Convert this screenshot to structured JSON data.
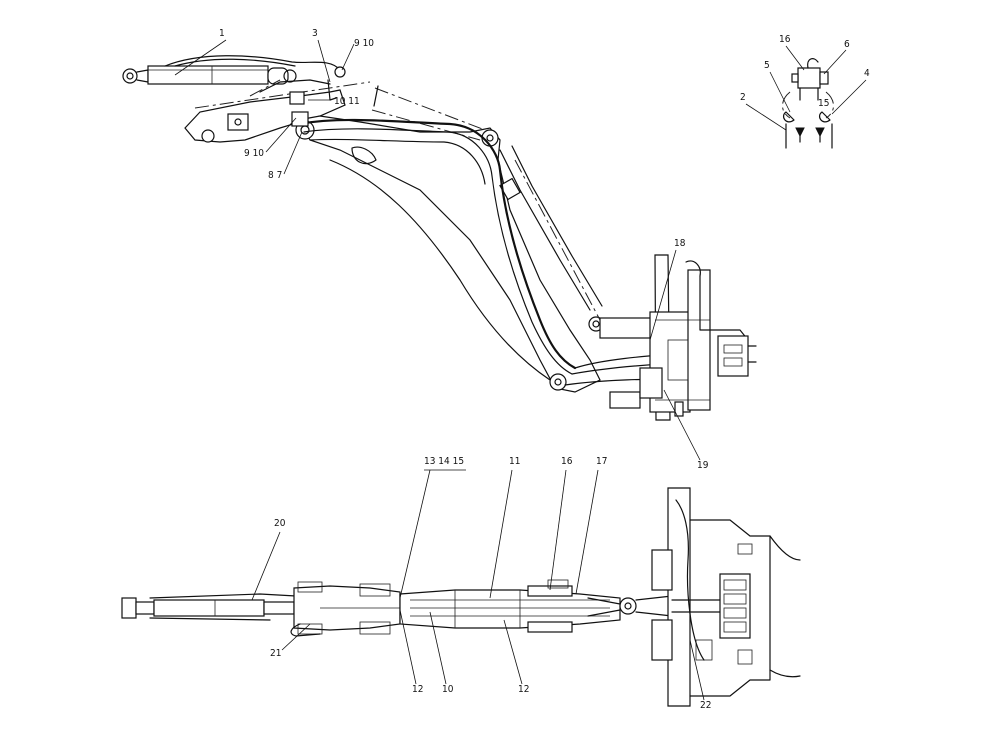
{
  "callouts": [
    {
      "id": "c1",
      "text": "1"
    },
    {
      "id": "c3",
      "text": "3"
    },
    {
      "id": "c9a",
      "text": "9 10"
    },
    {
      "id": "c10",
      "text": "10 11"
    },
    {
      "id": "c9b",
      "text": "9 10"
    },
    {
      "id": "c87",
      "text": "8 7"
    },
    {
      "id": "c16a",
      "text": "16"
    },
    {
      "id": "c6",
      "text": "6"
    },
    {
      "id": "c5",
      "text": "5"
    },
    {
      "id": "c4",
      "text": "4"
    },
    {
      "id": "c2",
      "text": "2"
    },
    {
      "id": "c15s",
      "text": "15"
    },
    {
      "id": "c18",
      "text": "18"
    },
    {
      "id": "c19",
      "text": "19"
    },
    {
      "id": "c131415",
      "text": "13 14 15"
    },
    {
      "id": "c11",
      "text": "11"
    },
    {
      "id": "c16",
      "text": "16"
    },
    {
      "id": "c17",
      "text": "17"
    },
    {
      "id": "c20",
      "text": "20"
    },
    {
      "id": "c21",
      "text": "21"
    },
    {
      "id": "c12a",
      "text": "12"
    },
    {
      "id": "c10b",
      "text": "10"
    },
    {
      "id": "c12b",
      "text": "12"
    },
    {
      "id": "c22",
      "text": "22"
    }
  ]
}
